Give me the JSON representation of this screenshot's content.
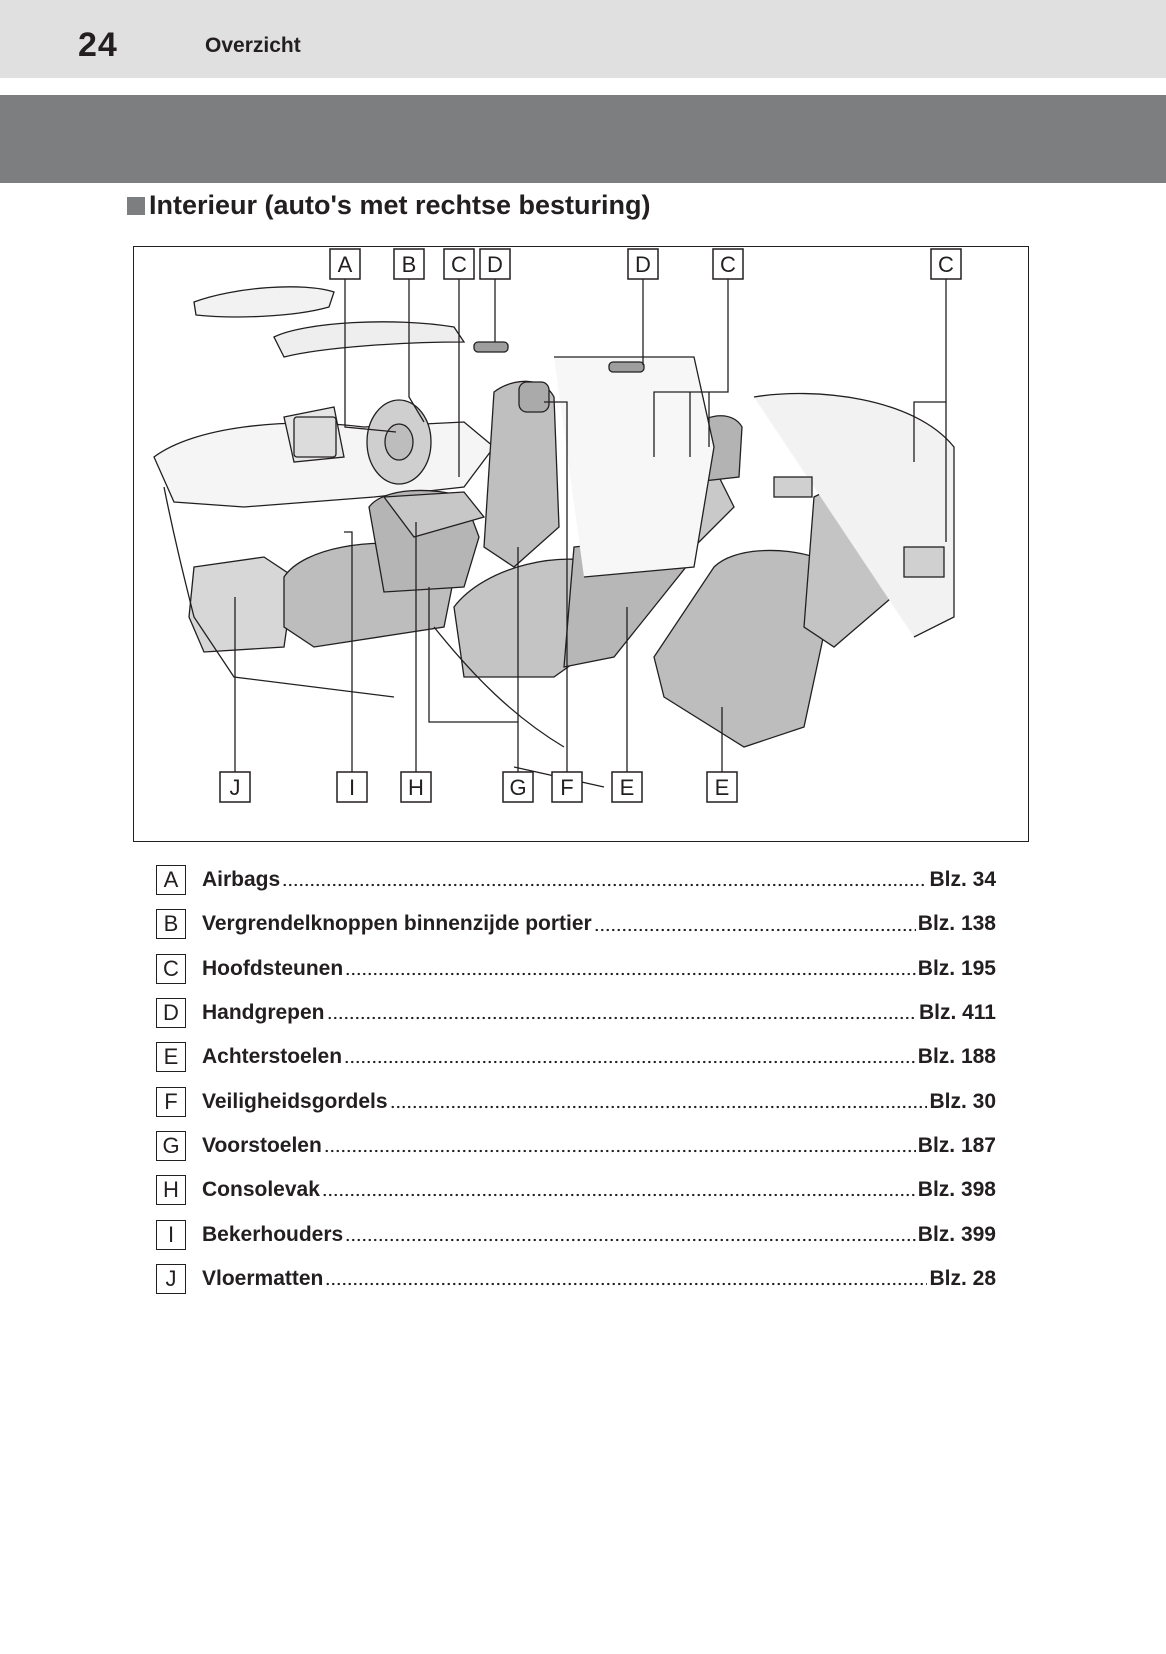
{
  "header": {
    "page_number": "24",
    "section": "Overzicht"
  },
  "title": "Interieur (auto's met rechtse besturing)",
  "figure": {
    "top_callouts": [
      "A",
      "B",
      "C",
      "D",
      "D",
      "C",
      "C"
    ],
    "bottom_callouts": [
      "J",
      "I",
      "H",
      "G",
      "F",
      "E",
      "E"
    ]
  },
  "legend": [
    {
      "letter": "A",
      "label": "Airbags",
      "page": "Blz. 34"
    },
    {
      "letter": "B",
      "label": "Vergrendelknoppen binnenzijde portier",
      "page": "Blz. 138"
    },
    {
      "letter": "C",
      "label": "Hoofdsteunen",
      "page": "Blz. 195"
    },
    {
      "letter": "D",
      "label": "Handgrepen",
      "page": "Blz. 411"
    },
    {
      "letter": "E",
      "label": "Achterstoelen",
      "page": "Blz. 188"
    },
    {
      "letter": "F",
      "label": "Veiligheidsgordels",
      "page": "Blz. 30"
    },
    {
      "letter": "G",
      "label": "Voorstoelen",
      "page": "Blz. 187"
    },
    {
      "letter": "H",
      "label": "Consolevak",
      "page": "Blz. 398"
    },
    {
      "letter": "I",
      "label": "Bekerhouders",
      "page": "Blz. 399"
    },
    {
      "letter": "J",
      "label": "Vloermatten",
      "page": "Blz. 28"
    }
  ]
}
